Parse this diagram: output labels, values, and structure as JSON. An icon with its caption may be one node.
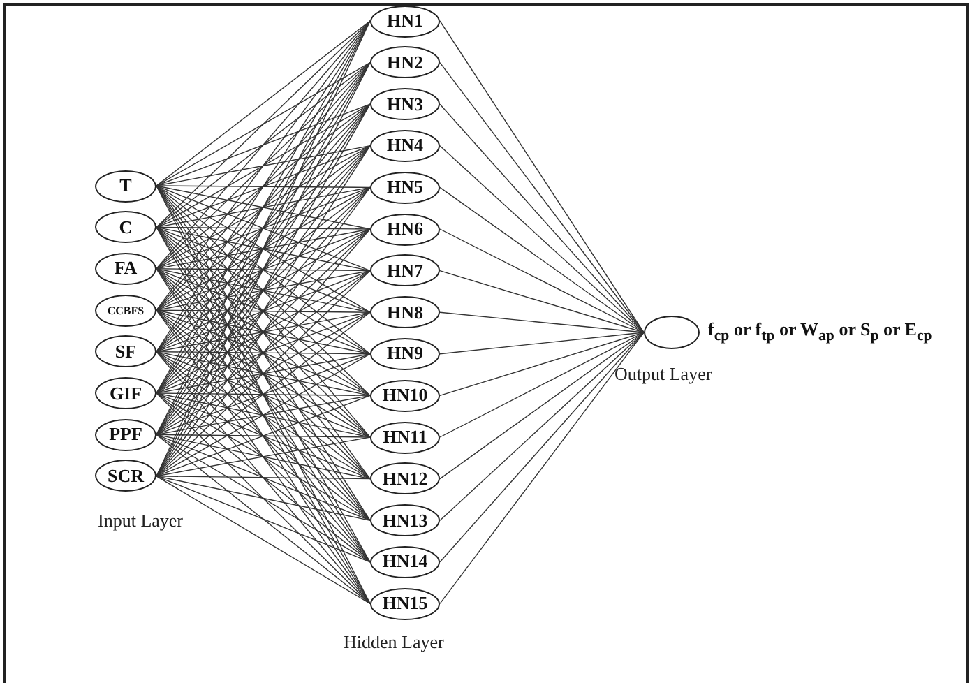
{
  "diagram": {
    "nodes": [
      {
        "text": [
          "T"
        ]
      },
      {
        "text": [
          "C"
        ]
      },
      {
        "text": [
          "FA"
        ]
      },
      {
        "text": [
          "CCBFS"
        ]
      },
      {
        "text": [
          "SF"
        ]
      },
      {
        "text": [
          "GIF"
        ]
      },
      {
        "text": [
          "PPF"
        ]
      },
      {
        "text": [
          "SCR"
        ]
      },
      {
        "text": [
          "HN1"
        ]
      },
      {
        "text": [
          "HN2"
        ]
      },
      {
        "text": [
          "HN3"
        ]
      },
      {
        "text": [
          "HN4"
        ]
      },
      {
        "text": [
          "HN5"
        ]
      },
      {
        "text": [
          "HN6"
        ]
      },
      {
        "text": [
          "HN7"
        ]
      },
      {
        "text": [
          "HN8"
        ]
      },
      {
        "text": [
          "HN9"
        ]
      },
      {
        "text": [
          "HN10"
        ]
      },
      {
        "text": [
          "HN11"
        ]
      },
      {
        "text": [
          "HN12"
        ]
      },
      {
        "text": [
          "HN13"
        ]
      },
      {
        "text": [
          "HN14"
        ]
      },
      {
        "text": [
          "HN15"
        ]
      },
      {
        "text": [],
        "shape": "circle",
        "beside": [
          "f$_{cp}$ or f$_{tp}$ or W$_{ap}$ or S$_{p}$ or E$_{cp}$"
        ]
      }
    ],
    "edges": [
      {
        "from": 0,
        "to": 8,
        "arrow": "none"
      },
      {
        "from": 0,
        "to": 9,
        "arrow": "none"
      },
      {
        "from": 0,
        "to": 10,
        "arrow": "none"
      },
      {
        "from": 0,
        "to": 11,
        "arrow": "none"
      },
      {
        "from": 0,
        "to": 12,
        "arrow": "none"
      },
      {
        "from": 0,
        "to": 13,
        "arrow": "none"
      },
      {
        "from": 0,
        "to": 14,
        "arrow": "none"
      },
      {
        "from": 0,
        "to": 15,
        "arrow": "none"
      },
      {
        "from": 0,
        "to": 16,
        "arrow": "none"
      },
      {
        "from": 0,
        "to": 17,
        "arrow": "none"
      },
      {
        "from": 0,
        "to": 18,
        "arrow": "none"
      },
      {
        "from": 0,
        "to": 19,
        "arrow": "none"
      },
      {
        "from": 0,
        "to": 20,
        "arrow": "none"
      },
      {
        "from": 0,
        "to": 21,
        "arrow": "none"
      },
      {
        "from": 0,
        "to": 22,
        "arrow": "none"
      },
      {
        "from": 1,
        "to": 8,
        "arrow": "none"
      },
      {
        "from": 1,
        "to": 9,
        "arrow": "none"
      },
      {
        "from": 1,
        "to": 10,
        "arrow": "none"
      },
      {
        "from": 1,
        "to": 11,
        "arrow": "none"
      },
      {
        "from": 1,
        "to": 12,
        "arrow": "none"
      },
      {
        "from": 1,
        "to": 13,
        "arrow": "none"
      },
      {
        "from": 1,
        "to": 14,
        "arrow": "none"
      },
      {
        "from": 1,
        "to": 15,
        "arrow": "none"
      },
      {
        "from": 1,
        "to": 16,
        "arrow": "none"
      },
      {
        "from": 1,
        "to": 17,
        "arrow": "none"
      },
      {
        "from": 1,
        "to": 18,
        "arrow": "none"
      },
      {
        "from": 1,
        "to": 19,
        "arrow": "none"
      },
      {
        "from": 1,
        "to": 20,
        "arrow": "none"
      },
      {
        "from": 1,
        "to": 21,
        "arrow": "none"
      },
      {
        "from": 1,
        "to": 22,
        "arrow": "none"
      },
      {
        "from": 2,
        "to": 8,
        "arrow": "none"
      },
      {
        "from": 2,
        "to": 9,
        "arrow": "none"
      },
      {
        "from": 2,
        "to": 10,
        "arrow": "none"
      },
      {
        "from": 2,
        "to": 11,
        "arrow": "none"
      },
      {
        "from": 2,
        "to": 12,
        "arrow": "none"
      },
      {
        "from": 2,
        "to": 13,
        "arrow": "none"
      },
      {
        "from": 2,
        "to": 14,
        "arrow": "none"
      },
      {
        "from": 2,
        "to": 15,
        "arrow": "none"
      },
      {
        "from": 2,
        "to": 16,
        "arrow": "none"
      },
      {
        "from": 2,
        "to": 17,
        "arrow": "none"
      },
      {
        "from": 2,
        "to": 18,
        "arrow": "none"
      },
      {
        "from": 2,
        "to": 19,
        "arrow": "none"
      },
      {
        "from": 2,
        "to": 20,
        "arrow": "none"
      },
      {
        "from": 2,
        "to": 21,
        "arrow": "none"
      },
      {
        "from": 2,
        "to": 22,
        "arrow": "none"
      },
      {
        "from": 3,
        "to": 8,
        "arrow": "none"
      },
      {
        "from": 3,
        "to": 9,
        "arrow": "none"
      },
      {
        "from": 3,
        "to": 10,
        "arrow": "none"
      },
      {
        "from": 3,
        "to": 11,
        "arrow": "none"
      },
      {
        "from": 3,
        "to": 12,
        "arrow": "none"
      },
      {
        "from": 3,
        "to": 13,
        "arrow": "none"
      },
      {
        "from": 3,
        "to": 14,
        "arrow": "none"
      },
      {
        "from": 3,
        "to": 15,
        "arrow": "none"
      },
      {
        "from": 3,
        "to": 16,
        "arrow": "none"
      },
      {
        "from": 3,
        "to": 17,
        "arrow": "none"
      },
      {
        "from": 3,
        "to": 18,
        "arrow": "none"
      },
      {
        "from": 3,
        "to": 19,
        "arrow": "none"
      },
      {
        "from": 3,
        "to": 20,
        "arrow": "none"
      },
      {
        "from": 3,
        "to": 21,
        "arrow": "none"
      },
      {
        "from": 3,
        "to": 22,
        "arrow": "none"
      },
      {
        "from": 4,
        "to": 8,
        "arrow": "none"
      },
      {
        "from": 4,
        "to": 9,
        "arrow": "none"
      },
      {
        "from": 4,
        "to": 10,
        "arrow": "none"
      },
      {
        "from": 4,
        "to": 11,
        "arrow": "none"
      },
      {
        "from": 4,
        "to": 12,
        "arrow": "none"
      },
      {
        "from": 4,
        "to": 13,
        "arrow": "none"
      },
      {
        "from": 4,
        "to": 14,
        "arrow": "none"
      },
      {
        "from": 4,
        "to": 15,
        "arrow": "none"
      },
      {
        "from": 4,
        "to": 16,
        "arrow": "none"
      },
      {
        "from": 4,
        "to": 17,
        "arrow": "none"
      },
      {
        "from": 4,
        "to": 18,
        "arrow": "none"
      },
      {
        "from": 4,
        "to": 19,
        "arrow": "none"
      },
      {
        "from": 4,
        "to": 20,
        "arrow": "none"
      },
      {
        "from": 4,
        "to": 21,
        "arrow": "none"
      },
      {
        "from": 4,
        "to": 22,
        "arrow": "none"
      },
      {
        "from": 5,
        "to": 8,
        "arrow": "none"
      },
      {
        "from": 5,
        "to": 9,
        "arrow": "none"
      },
      {
        "from": 5,
        "to": 10,
        "arrow": "none"
      },
      {
        "from": 5,
        "to": 11,
        "arrow": "none"
      },
      {
        "from": 5,
        "to": 12,
        "arrow": "none"
      },
      {
        "from": 5,
        "to": 13,
        "arrow": "none"
      },
      {
        "from": 5,
        "to": 14,
        "arrow": "none"
      },
      {
        "from": 5,
        "to": 15,
        "arrow": "none"
      },
      {
        "from": 5,
        "to": 16,
        "arrow": "none"
      },
      {
        "from": 5,
        "to": 17,
        "arrow": "none"
      },
      {
        "from": 5,
        "to": 18,
        "arrow": "none"
      },
      {
        "from": 5,
        "to": 19,
        "arrow": "none"
      },
      {
        "from": 5,
        "to": 20,
        "arrow": "none"
      },
      {
        "from": 5,
        "to": 21,
        "arrow": "none"
      },
      {
        "from": 5,
        "to": 22,
        "arrow": "none"
      },
      {
        "from": 6,
        "to": 8,
        "arrow": "none"
      },
      {
        "from": 6,
        "to": 9,
        "arrow": "none"
      },
      {
        "from": 6,
        "to": 10,
        "arrow": "none"
      },
      {
        "from": 6,
        "to": 11,
        "arrow": "none"
      },
      {
        "from": 6,
        "to": 12,
        "arrow": "none"
      },
      {
        "from": 6,
        "to": 13,
        "arrow": "none"
      },
      {
        "from": 6,
        "to": 14,
        "arrow": "none"
      },
      {
        "from": 6,
        "to": 15,
        "arrow": "none"
      },
      {
        "from": 6,
        "to": 16,
        "arrow": "none"
      },
      {
        "from": 6,
        "to": 17,
        "arrow": "none"
      },
      {
        "from": 6,
        "to": 18,
        "arrow": "none"
      },
      {
        "from": 6,
        "to": 19,
        "arrow": "none"
      },
      {
        "from": 6,
        "to": 20,
        "arrow": "none"
      },
      {
        "from": 6,
        "to": 21,
        "arrow": "none"
      },
      {
        "from": 6,
        "to": 22,
        "arrow": "none"
      },
      {
        "from": 7,
        "to": 8,
        "arrow": "none"
      },
      {
        "from": 7,
        "to": 9,
        "arrow": "none"
      },
      {
        "from": 7,
        "to": 10,
        "arrow": "none"
      },
      {
        "from": 7,
        "to": 11,
        "arrow": "none"
      },
      {
        "from": 7,
        "to": 12,
        "arrow": "none"
      },
      {
        "from": 7,
        "to": 13,
        "arrow": "none"
      },
      {
        "from": 7,
        "to": 14,
        "arrow": "none"
      },
      {
        "from": 7,
        "to": 15,
        "arrow": "none"
      },
      {
        "from": 7,
        "to": 16,
        "arrow": "none"
      },
      {
        "from": 7,
        "to": 17,
        "arrow": "none"
      },
      {
        "from": 7,
        "to": 18,
        "arrow": "none"
      },
      {
        "from": 7,
        "to": 19,
        "arrow": "none"
      },
      {
        "from": 7,
        "to": 20,
        "arrow": "none"
      },
      {
        "from": 7,
        "to": 21,
        "arrow": "none"
      },
      {
        "from": 7,
        "to": 22,
        "arrow": "none"
      },
      {
        "from": 8,
        "to": 23,
        "arrow": "none"
      },
      {
        "from": 9,
        "to": 23,
        "arrow": "none"
      },
      {
        "from": 10,
        "to": 23,
        "arrow": "none"
      },
      {
        "from": 11,
        "to": 23,
        "arrow": "none"
      },
      {
        "from": 12,
        "to": 23,
        "arrow": "none"
      },
      {
        "from": 13,
        "to": 23,
        "arrow": "none"
      },
      {
        "from": 14,
        "to": 23,
        "arrow": "none"
      },
      {
        "from": 15,
        "to": 23,
        "arrow": "none"
      },
      {
        "from": 16,
        "to": 23,
        "arrow": "none"
      },
      {
        "from": 17,
        "to": 23,
        "arrow": "none"
      },
      {
        "from": 18,
        "to": 23,
        "arrow": "none"
      },
      {
        "from": 19,
        "to": 23,
        "arrow": "none"
      },
      {
        "from": 20,
        "to": 23,
        "arrow": "none"
      },
      {
        "from": 21,
        "to": 23,
        "arrow": "none"
      },
      {
        "from": 22,
        "to": 23,
        "arrow": "none"
      }
    ],
    "labels": [
      "Input Layer",
      "Hidden Layer",
      "Output Layer"
    ]
  }
}
